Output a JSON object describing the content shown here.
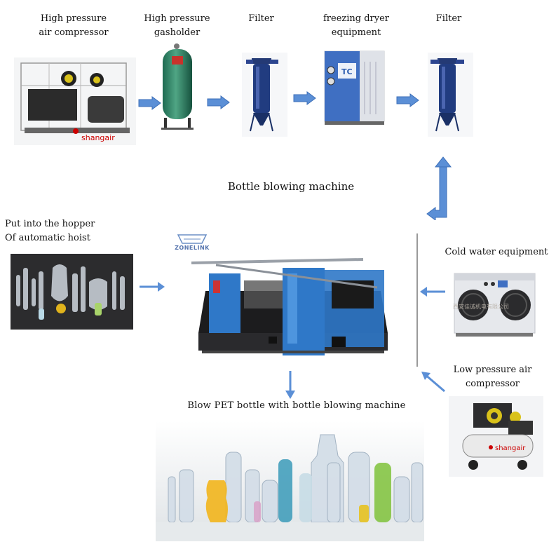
{
  "top_row": {
    "high_pressure_compressor": "High pressure\nair compressor",
    "gasholder": "High pressure\ngasholder",
    "filter_1": "Filter",
    "freezing_dryer": "freezing dryer\nequipment",
    "filter_2": "Filter"
  },
  "center": {
    "bottle_blowing_machine": "Bottle blowing machine",
    "hopper": "Put  into  the  hopper\n  Of automatic  hoist",
    "cold_water": "Cold water equipment",
    "low_pressure_compressor": "Low pressure air\ncompressor",
    "blow_pet": "Blow  PET  bottle  with  bottle  blowing  machine"
  },
  "branding": {
    "machine_logo": "ZONELINK",
    "compressor_brand": "shangair",
    "dryer_logo": "TC",
    "chiller_watermark": "西安佳诚机电有限公司"
  },
  "colors": {
    "arrow": "#5b8fd6",
    "arrow_stroke": "#3d6fb8",
    "machine_blue": "#2f78c8"
  }
}
